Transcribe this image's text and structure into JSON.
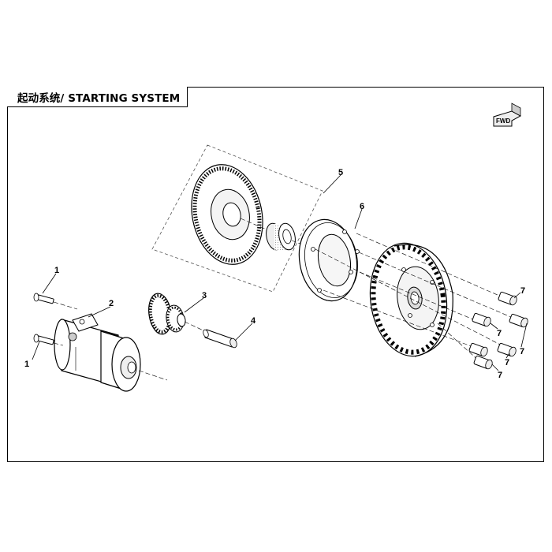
{
  "title": "起动系统/ STARTING SYSTEM",
  "direction_badge": "FWD",
  "callouts": {
    "bolt_upper": "1",
    "bolt_lower": "1",
    "starter_motor": "2",
    "idler_gear": "3",
    "idler_shaft": "4",
    "driven_gear_assembly": "5",
    "one_way_clutch": "6",
    "flange_bolt_1": "7",
    "flange_bolt_2": "7",
    "flange_bolt_3": "7",
    "flange_bolt_4": "7",
    "flange_bolt_5": "7"
  }
}
